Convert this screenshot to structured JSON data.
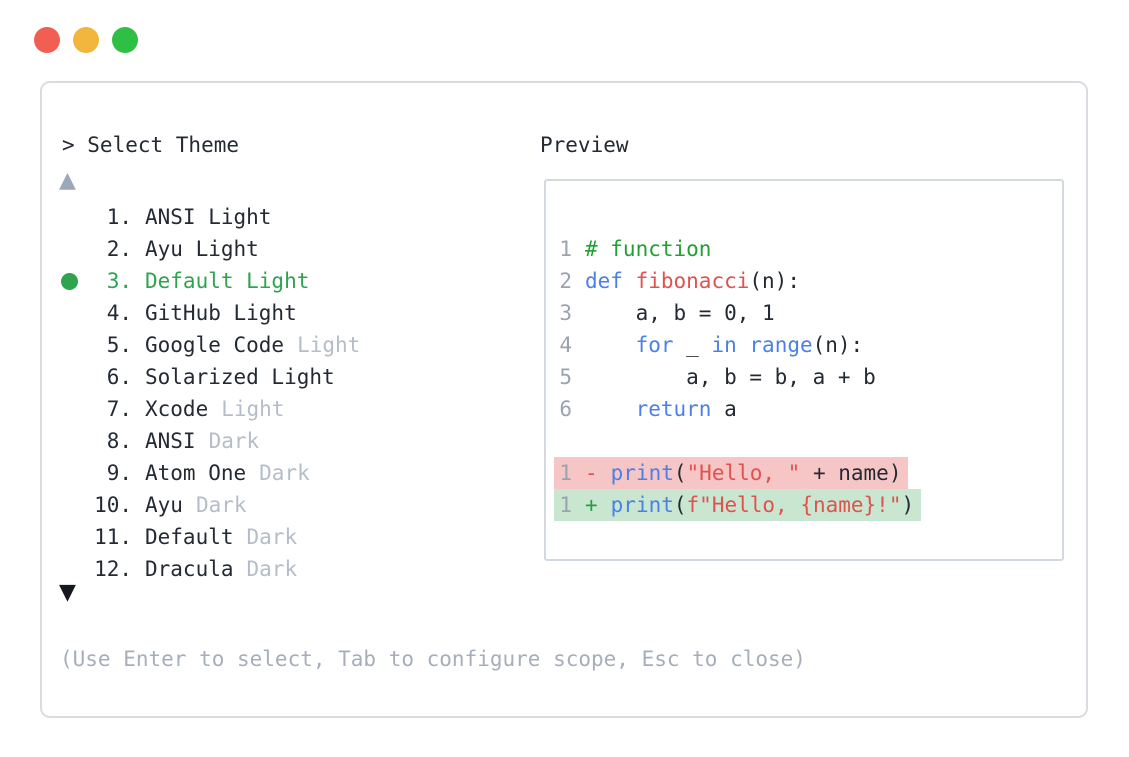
{
  "window": {
    "controls": [
      "close",
      "minimize",
      "maximize"
    ]
  },
  "theme_picker": {
    "title": "> Select Theme",
    "scroll_up_icon": "▲",
    "scroll_down_icon": "▼",
    "items": [
      {
        "num": "1.",
        "name": "ANSI Light",
        "variant": "",
        "selected": false
      },
      {
        "num": "2.",
        "name": "Ayu Light",
        "variant": "",
        "selected": false
      },
      {
        "num": "3.",
        "name": "Default Light",
        "variant": "",
        "selected": true
      },
      {
        "num": "4.",
        "name": "GitHub Light",
        "variant": "",
        "selected": false
      },
      {
        "num": "5.",
        "name": "Google Code",
        "variant": "Light",
        "selected": false
      },
      {
        "num": "6.",
        "name": "Solarized Light",
        "variant": "",
        "selected": false
      },
      {
        "num": "7.",
        "name": "Xcode",
        "variant": "Light",
        "selected": false
      },
      {
        "num": "8.",
        "name": "ANSI",
        "variant": "Dark",
        "selected": false
      },
      {
        "num": "9.",
        "name": "Atom One",
        "variant": "Dark",
        "selected": false
      },
      {
        "num": "10.",
        "name": "Ayu",
        "variant": "Dark",
        "selected": false
      },
      {
        "num": "11.",
        "name": "Default",
        "variant": "Dark",
        "selected": false
      },
      {
        "num": "12.",
        "name": "Dracula",
        "variant": "Dark",
        "selected": false
      }
    ],
    "hint": "(Use Enter to select, Tab to configure scope, Esc to close)"
  },
  "preview": {
    "title": "Preview",
    "code_lines": [
      {
        "ln": "1",
        "tokens": [
          [
            "comment",
            "# function"
          ]
        ]
      },
      {
        "ln": "2",
        "tokens": [
          [
            "kw",
            "def"
          ],
          [
            "plain",
            " "
          ],
          [
            "fn",
            "fibonacci"
          ],
          [
            "plain",
            "(n):"
          ]
        ]
      },
      {
        "ln": "3",
        "tokens": [
          [
            "plain",
            "    a, b = 0, 1"
          ]
        ]
      },
      {
        "ln": "4",
        "tokens": [
          [
            "plain",
            "    "
          ],
          [
            "kw",
            "for"
          ],
          [
            "plain",
            " _ "
          ],
          [
            "kw",
            "in"
          ],
          [
            "plain",
            " "
          ],
          [
            "kw",
            "range"
          ],
          [
            "plain",
            "(n):"
          ]
        ]
      },
      {
        "ln": "5",
        "tokens": [
          [
            "plain",
            "        a, b = b, a + b"
          ]
        ]
      },
      {
        "ln": "6",
        "tokens": [
          [
            "plain",
            "    "
          ],
          [
            "kw",
            "return"
          ],
          [
            "plain",
            " a"
          ]
        ]
      },
      {
        "ln": "",
        "tokens": []
      },
      {
        "ln": "1",
        "diff": "removed",
        "marker": "-",
        "tokens": [
          [
            "kw",
            "print"
          ],
          [
            "plain",
            "("
          ],
          [
            "str",
            "\"Hello, \""
          ],
          [
            "plain",
            " + name)"
          ]
        ]
      },
      {
        "ln": "1",
        "diff": "added",
        "marker": "+",
        "tokens": [
          [
            "kw",
            "print"
          ],
          [
            "plain",
            "("
          ],
          [
            "str",
            "f\"Hello, {name}!\""
          ],
          [
            "plain",
            ")"
          ]
        ]
      }
    ]
  },
  "colors": {
    "selected_green": "#2ea44f",
    "keyword_blue": "#4a80e8",
    "function_string_red": "#e0524e",
    "comment_green": "#1fa033",
    "variant_gray": "#b4bdc9",
    "hint_gray": "#a6aebb",
    "line_number_gray": "#9aa3b0",
    "diff_removed_bg": "#f6c5c5",
    "diff_added_bg": "#c8e6d0",
    "panel_border": "#d9dde3",
    "traffic_red": "#f15e52",
    "traffic_yellow": "#f2b63c",
    "traffic_green": "#2fbf44"
  }
}
